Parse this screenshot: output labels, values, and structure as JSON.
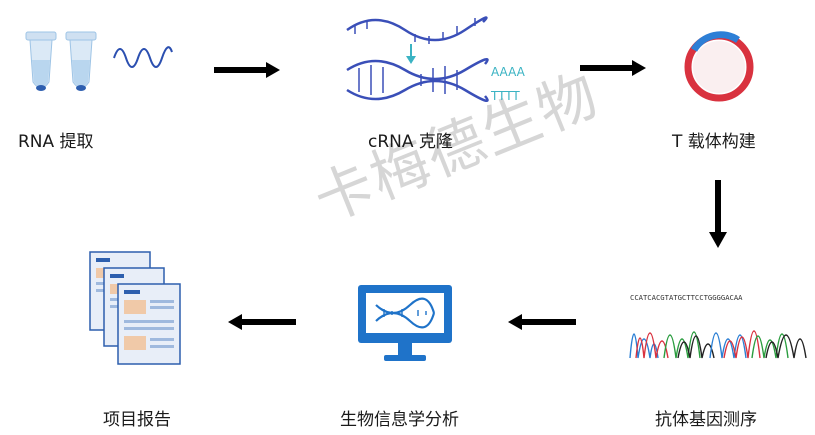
{
  "watermark": "卡梅德生物",
  "steps": {
    "rna_extraction": "RNA 提取",
    "crna_cloning": "cRNA 克隆",
    "t_vector": "T 载体构建",
    "sequencing": "抗体基因测序",
    "bioinformatics": "生物信息学分析",
    "report": "项目报告"
  },
  "dna_tags": {
    "polyA": "AAAA",
    "polyT": "TTTT"
  },
  "sequence": "CCATCACGTATGCTTCCTGGGGACAA",
  "colors": {
    "arrow": "#000000",
    "dna_blue": "#3a4fb8",
    "tag_teal": "#3bb3c3",
    "tube_blue": "#9ec4e6",
    "monitor_blue": "#1f73c9",
    "plasmid_red": "#d9323f",
    "plasmid_blue": "#2d7fd6"
  },
  "icons": [
    "tube-icon",
    "wave-icon",
    "dna-helix-icon",
    "plasmid-icon",
    "chromatogram-icon",
    "monitor-dna-icon",
    "report-stack-icon"
  ]
}
